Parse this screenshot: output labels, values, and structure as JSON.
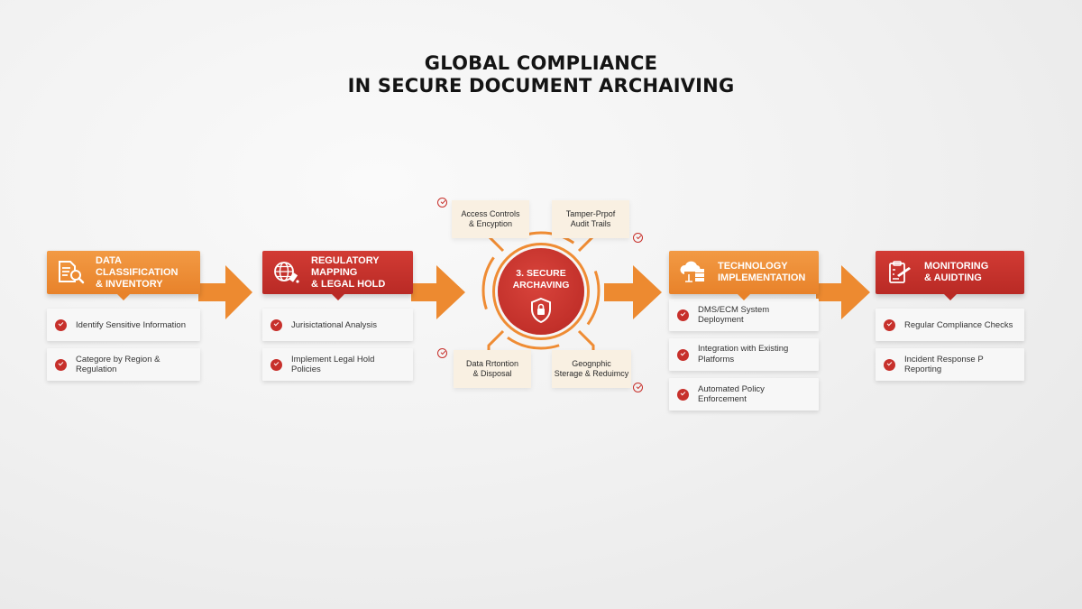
{
  "title": {
    "line1": "GLOBAL COMPLIANCE",
    "line2": "IN SECURE DOCUMENT ARCHAIVING"
  },
  "colors": {
    "orange": "#e8822a",
    "red": "#c2302a",
    "subbox_bg": "#f9f0e2",
    "check": "#c7302b"
  },
  "stages": [
    {
      "label_line1": "DATA CLASSIFICATION",
      "label_line2": "& INVENTORY",
      "icon": "document-search-icon",
      "color": "orange",
      "items": [
        "Identify Sensitive Information",
        "Categore by Region & Regulation"
      ]
    },
    {
      "label_line1": "REGULATORY MAPPING",
      "label_line2": "& LEGAL HOLD",
      "icon": "globe-gavel-icon",
      "color": "red",
      "items": [
        "Jurisictational Analysis",
        "Implement Legal Hold Policies"
      ]
    },
    {
      "label_line1": "TECHNOLOGY",
      "label_line2": "IMPLEMENTATION",
      "icon": "cloud-server-icon",
      "color": "orange",
      "items": [
        "DMS/ECM System Deployment",
        "Integration with Existing Platforms",
        "Automated Policy Enforcement"
      ]
    },
    {
      "label_line1": "MONITORING",
      "label_line2": "& AUIDTING",
      "icon": "clipboard-pen-icon",
      "color": "red",
      "items": [
        "Regular Compliance Checks",
        "Incident Response P Reporting"
      ]
    }
  ],
  "hub": {
    "label_line1": "3. SECURE",
    "label_line2": "ARCHAVING",
    "icon": "shield-lock-icon",
    "subitems": [
      {
        "line1": "Access Controls",
        "line2": "& Encyption"
      },
      {
        "line1": "Tamper-Prpof",
        "line2": "Audit Trails"
      },
      {
        "line1": "Data Rrtontion",
        "line2": "& Disposal"
      },
      {
        "line1": "Geognphic",
        "line2": "Sterage & Reduimcy"
      }
    ]
  }
}
